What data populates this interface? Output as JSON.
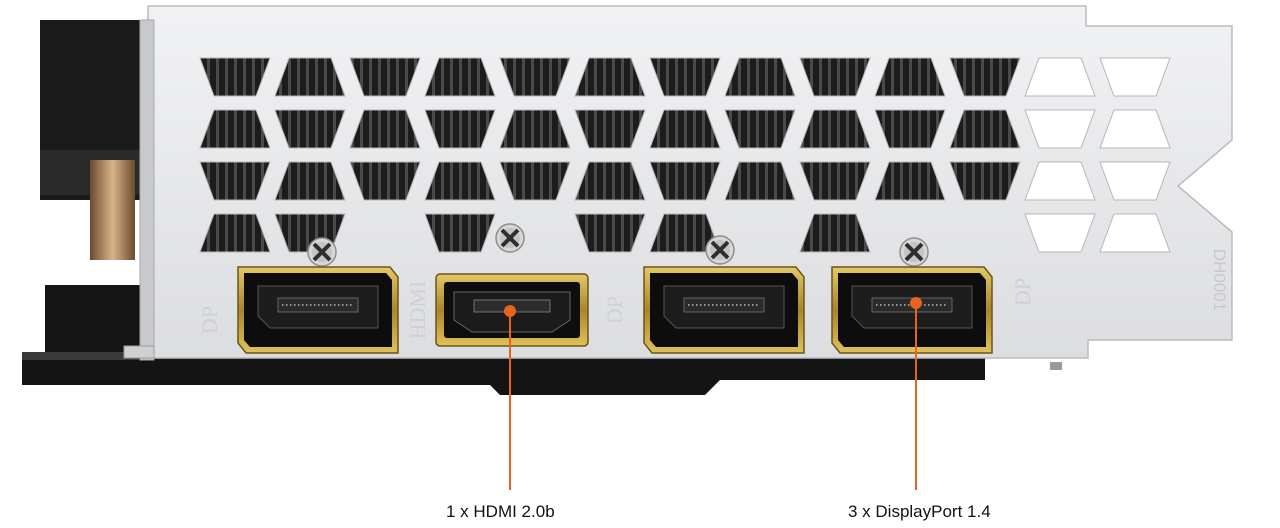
{
  "bracket_markings": {
    "port_1": "DP",
    "port_2": "HDMI",
    "port_3": "DP",
    "port_4": "DP",
    "part_code": "DH0001"
  },
  "callouts": {
    "hdmi": "1 x HDMI 2.0b",
    "displayport": "3 x DisplayPort 1.4"
  },
  "colors": {
    "bracket": "#e6e7e8",
    "callout_line": "#e8641e",
    "gold": "#c9a43c",
    "card_body": "#161616"
  }
}
